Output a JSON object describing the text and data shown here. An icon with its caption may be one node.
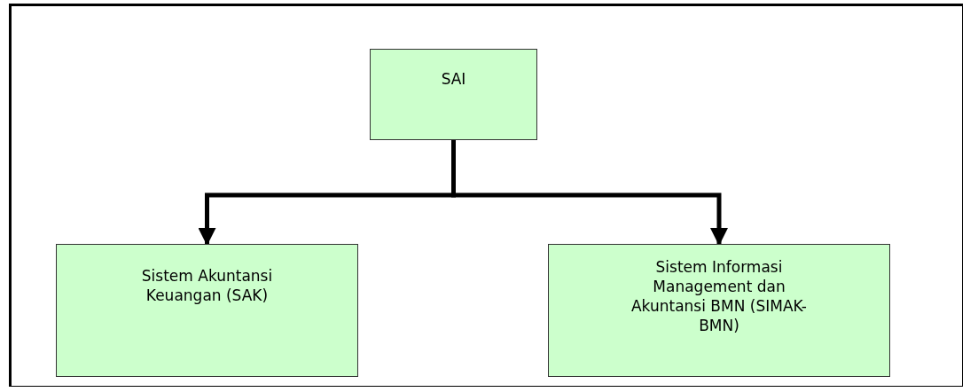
{
  "diagram": {
    "nodes": [
      {
        "text": [
          "SAI"
        ]
      },
      {
        "text": [
          "Sistem Akuntansi Keuangan (SAK)"
        ]
      },
      {
        "text": [
          "Sistem Informasi Management dan Akuntansi BMN (SIMAK-BMN)"
        ]
      }
    ],
    "edges": [
      {
        "from": 0,
        "to": 1,
        "arrow": "to"
      },
      {
        "from": 0,
        "to": 2,
        "arrow": "to"
      }
    ]
  }
}
